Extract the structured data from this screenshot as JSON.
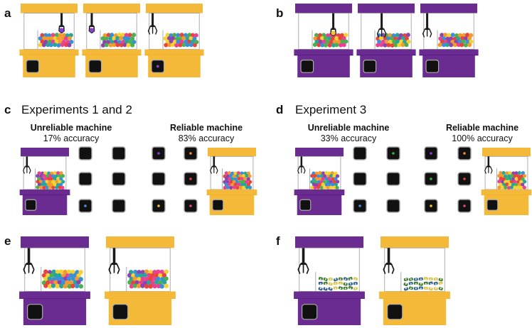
{
  "panels": {
    "a": {
      "label": "a"
    },
    "b": {
      "label": "b"
    },
    "c": {
      "label": "c",
      "heading": "Experiments 1 and 2",
      "unreliable": {
        "name": "Unreliable machine",
        "accuracy": "17% accuracy"
      },
      "reliable": {
        "name": "Reliable machine",
        "accuracy": "83% accuracy"
      },
      "unreliable_grid": [
        null,
        null,
        null,
        null,
        "#4a90e2",
        null
      ],
      "reliable_grid": [
        "#8a3fd1",
        "#f08a2a",
        null,
        "#e0453a",
        "#f2c230",
        "#e0457a"
      ]
    },
    "d": {
      "label": "d",
      "heading": "Experiment 3",
      "unreliable": {
        "name": "Unreliable machine",
        "accuracy": "33% accuracy"
      },
      "reliable": {
        "name": "Reliable machine",
        "accuracy": "100% accuracy"
      },
      "unreliable_grid": [
        null,
        "#3fae4a",
        null,
        null,
        "#4a90e2",
        null
      ],
      "reliable_grid": [
        "#8a3fd1",
        "#f08a2a",
        "#3fae4a",
        "#e0453a",
        "#f2c230",
        "#e0457a"
      ]
    },
    "e": {
      "label": "e"
    },
    "f": {
      "label": "f"
    }
  },
  "colors": {
    "purple": "#6a2c91",
    "yellow": "#f5b93a",
    "ball_palette": [
      "#e8443a",
      "#f29a2e",
      "#f5d232",
      "#4caf50",
      "#3a8fd9",
      "#8e44ad",
      "#e84393",
      "#26a69a"
    ],
    "toy_palette": [
      "#3f7d2f",
      "#2f5f8a",
      "#d9c54a"
    ]
  }
}
